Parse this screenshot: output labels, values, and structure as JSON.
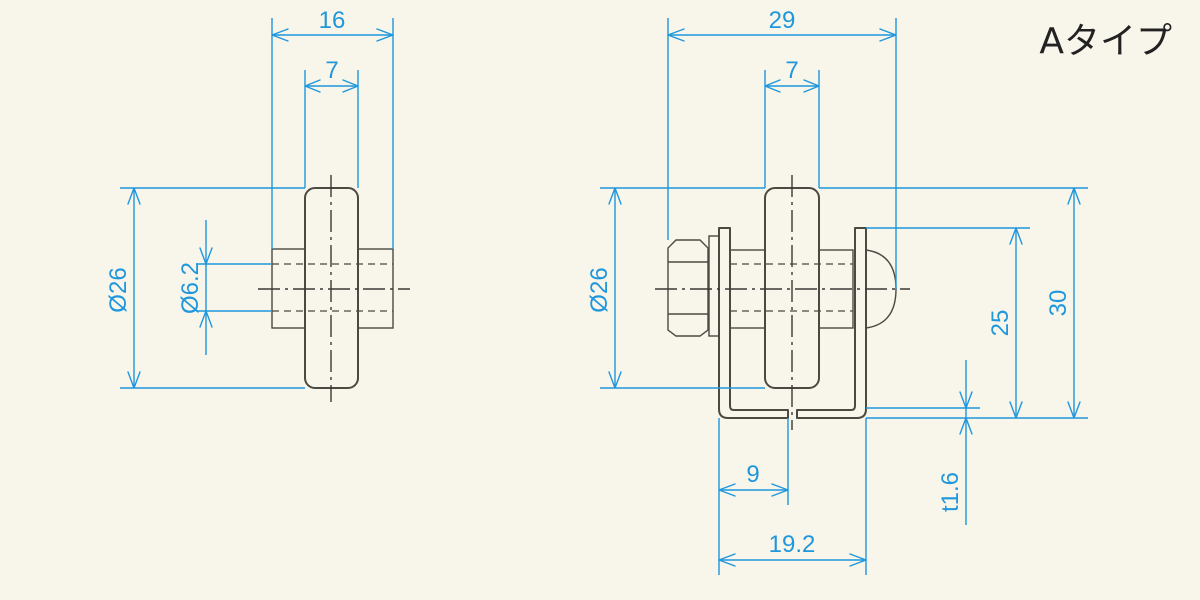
{
  "title": "Aタイプ",
  "colors": {
    "background": "#f8f5ea",
    "dimension": "#1f97dc",
    "part": "#4a4a42"
  },
  "views": [
    {
      "name": "side-view",
      "dimensions": {
        "overall_width": "16",
        "wheel_width": "7",
        "wheel_diameter": "Ø26",
        "shaft_diameter": "Ø6.2"
      }
    },
    {
      "name": "front-view",
      "dimensions": {
        "overall_width": "29",
        "wheel_width": "7",
        "wheel_diameter": "Ø26",
        "bracket_height": "25",
        "overall_height": "30",
        "plate_thickness": "t1.6",
        "bracket_inner": "9",
        "bracket_width": "19.2"
      }
    }
  ]
}
